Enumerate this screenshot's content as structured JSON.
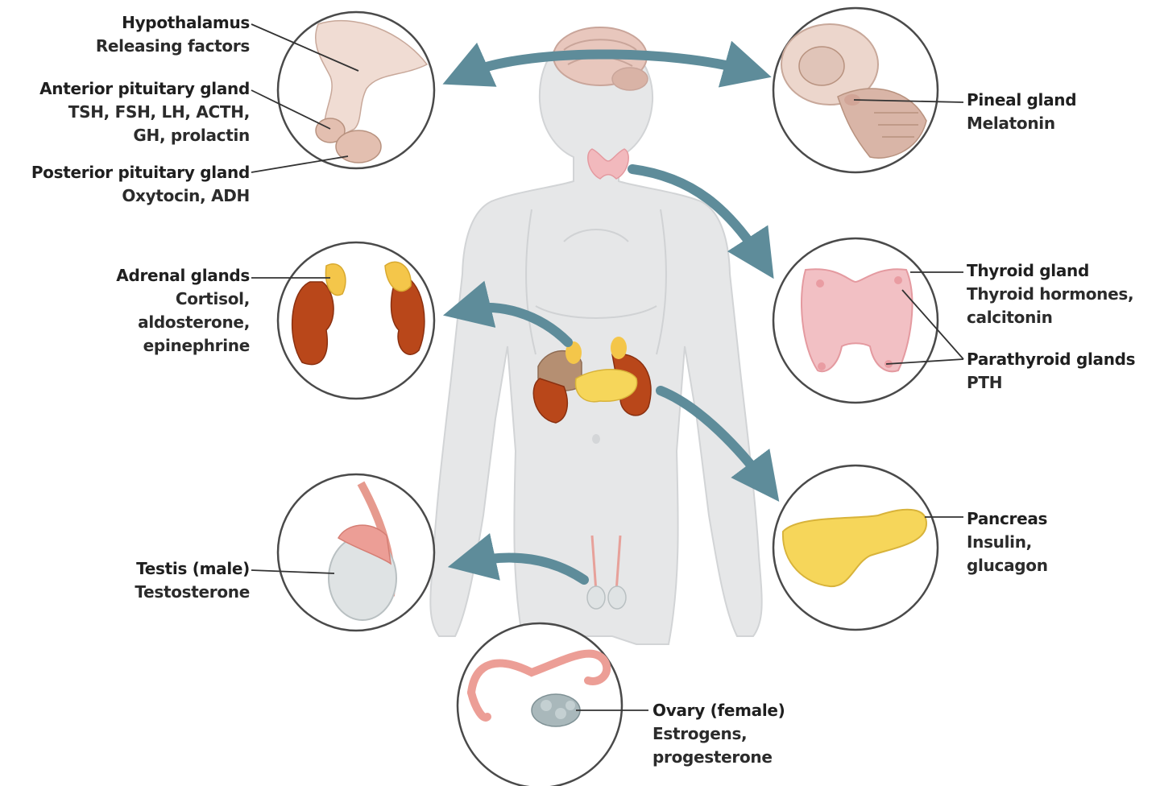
{
  "colors": {
    "arrow": "#5e8c9a",
    "body": "#e6e7e8",
    "circle_stroke": "#4a4a4a",
    "kidney": "#b9471a",
    "adrenal": "#f4c64a",
    "pancreas": "#f6d65a",
    "thyroid": "#f2b9bd",
    "testis": "#dfe3e4",
    "ovary": "#a9b8bb",
    "tissue": "#e7c9b8"
  },
  "labels": {
    "hypothalamus": {
      "name": "Hypothalamus",
      "hormones": [
        "Releasing factors"
      ]
    },
    "anterior_pituitary": {
      "name": "Anterior pituitary gland",
      "hormones": [
        "TSH, FSH, LH, ACTH,",
        "GH, prolactin"
      ]
    },
    "posterior_pituitary": {
      "name": "Posterior pituitary gland",
      "hormones": [
        "Oxytocin, ADH"
      ]
    },
    "adrenal": {
      "name": "Adrenal glands",
      "hormones": [
        "Cortisol,",
        "aldosterone,",
        "epinephrine"
      ]
    },
    "testis": {
      "name": "Testis (male)",
      "hormones": [
        "Testosterone"
      ]
    },
    "ovary": {
      "name": "Ovary (female)",
      "hormones": [
        "Estrogens,",
        "progesterone"
      ]
    },
    "pineal": {
      "name": "Pineal gland",
      "hormones": [
        "Melatonin"
      ]
    },
    "thyroid": {
      "name": "Thyroid gland",
      "hormones": [
        "Thyroid hormones,",
        "calcitonin"
      ]
    },
    "parathyroid": {
      "name": "Parathyroid glands",
      "hormones": [
        "PTH"
      ]
    },
    "pancreas": {
      "name": "Pancreas",
      "hormones": [
        "Insulin,",
        "glucagon"
      ]
    }
  }
}
